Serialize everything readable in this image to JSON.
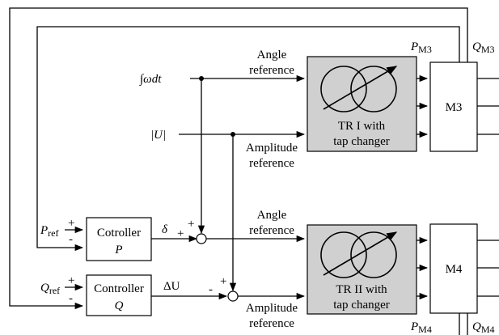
{
  "signals": {
    "omega_integral": "∫ωdt",
    "voltage_magnitude": "|U|",
    "p_ref": "P",
    "p_ref_sub": "ref",
    "q_ref": "Q",
    "q_ref_sub": "ref",
    "delta": "δ",
    "delta_u": "ΔU",
    "pm3": "P",
    "pm3_sub": "M3",
    "qm3": "Q",
    "qm3_sub": "M3",
    "pm4": "P",
    "pm4_sub": "M4",
    "qm4": "Q",
    "qm4_sub": "M4"
  },
  "signs": {
    "plus": "+",
    "minus": "-"
  },
  "labels": {
    "angle_ref_1_line1": "Angle",
    "angle_ref_1_line2": "reference",
    "amp_ref_1_line1": "Amplitude",
    "amp_ref_1_line2": "reference",
    "angle_ref_2_line1": "Angle",
    "angle_ref_2_line2": "reference",
    "amp_ref_2_line1": "Amplitude",
    "amp_ref_2_line2": "reference"
  },
  "blocks": {
    "controller_p_line1": "Cotroller",
    "controller_p_line2": "P",
    "controller_q_line1": "Controller",
    "controller_q_line2": "Q",
    "tr1_line1": "TR I with",
    "tr1_line2": "tap changer",
    "tr2_line1": "TR II with",
    "tr2_line2": "tap changer",
    "m3": "M3",
    "m4": "M4"
  }
}
